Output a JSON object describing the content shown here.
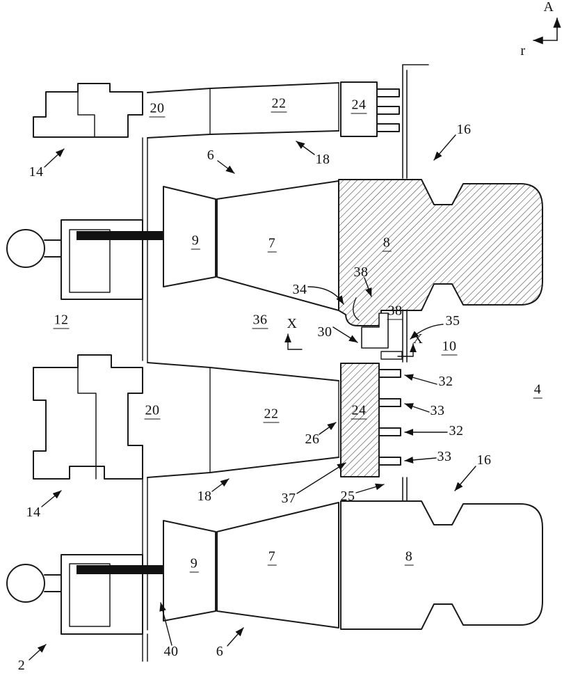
{
  "figure": {
    "kind": "patent sectional drawing of a turbomachine stage assembly",
    "background_color": "#ffffff",
    "line_color": "#1a1a1a",
    "hatch_color": "#3a3a3a",
    "axis_arrows": {
      "vertical_axis": "A",
      "horizontal_axis": "r"
    }
  },
  "annotations": [
    {
      "text": "A",
      "underlined": false
    },
    {
      "text": "r",
      "underlined": false
    },
    {
      "text": "14",
      "underlined": false
    },
    {
      "text": "20",
      "underlined": true
    },
    {
      "text": "22",
      "underlined": true
    },
    {
      "text": "24",
      "underlined": true
    },
    {
      "text": "16",
      "underlined": false
    },
    {
      "text": "6",
      "underlined": false
    },
    {
      "text": "18",
      "underlined": false
    },
    {
      "text": "9",
      "underlined": true
    },
    {
      "text": "7",
      "underlined": true
    },
    {
      "text": "8",
      "underlined": true
    },
    {
      "text": "12",
      "underlined": true
    },
    {
      "text": "34",
      "underlined": false
    },
    {
      "text": "38",
      "underlined": false
    },
    {
      "text": "36",
      "underlined": true
    },
    {
      "text": "X",
      "underlined": false
    },
    {
      "text": "30",
      "underlined": false
    },
    {
      "text": "38",
      "underlined": true
    },
    {
      "text": "X",
      "underlined": false
    },
    {
      "text": "35",
      "underlined": false
    },
    {
      "text": "10",
      "underlined": true
    },
    {
      "text": "20",
      "underlined": true
    },
    {
      "text": "22",
      "underlined": true
    },
    {
      "text": "24",
      "underlined": true
    },
    {
      "text": "32",
      "underlined": false
    },
    {
      "text": "33",
      "underlined": false
    },
    {
      "text": "26",
      "underlined": false
    },
    {
      "text": "32",
      "underlined": false
    },
    {
      "text": "4",
      "underlined": true
    },
    {
      "text": "33",
      "underlined": false
    },
    {
      "text": "14",
      "underlined": false
    },
    {
      "text": "18",
      "underlined": false
    },
    {
      "text": "16",
      "underlined": false
    },
    {
      "text": "37",
      "underlined": false
    },
    {
      "text": "25",
      "underlined": false
    },
    {
      "text": "9",
      "underlined": true
    },
    {
      "text": "7",
      "underlined": true
    },
    {
      "text": "8",
      "underlined": true
    },
    {
      "text": "40",
      "underlined": false
    },
    {
      "text": "6",
      "underlined": false
    },
    {
      "text": "2",
      "underlined": false
    }
  ]
}
